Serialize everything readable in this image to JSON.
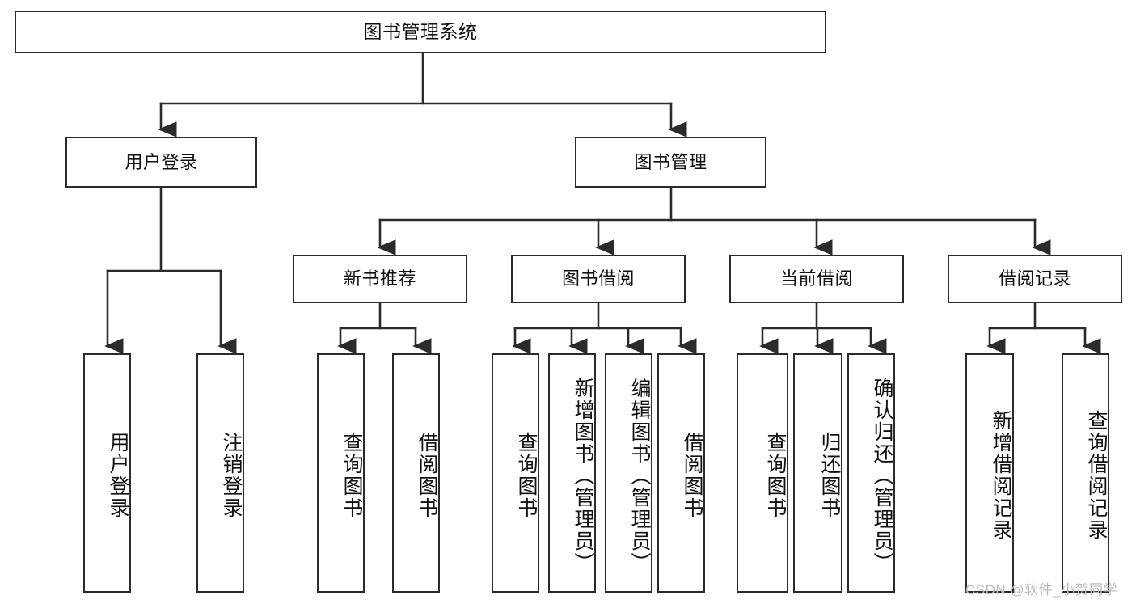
{
  "diagram": {
    "title": "图书管理系统",
    "type": "hierarchy-tree",
    "orientation": "top-down",
    "colors": {
      "box_border": "#2b2b2b",
      "box_fill": "#ffffff",
      "connector": "#2b2b2b",
      "text": "#111111",
      "watermark": "#b9b9b9",
      "background": "#ffffff"
    },
    "levels": [
      {
        "level": 1,
        "nodes": [
          {
            "id": "root",
            "label": "图书管理系统"
          }
        ]
      },
      {
        "level": 2,
        "nodes": [
          {
            "id": "login",
            "label": "用户登录"
          },
          {
            "id": "bookmgmt",
            "label": "图书管理"
          }
        ]
      },
      {
        "level": 3,
        "nodes": [
          {
            "id": "newbook",
            "label": "新书推荐"
          },
          {
            "id": "borrow",
            "label": "图书借阅"
          },
          {
            "id": "current",
            "label": "当前借阅"
          },
          {
            "id": "records",
            "label": "借阅记录"
          }
        ]
      },
      {
        "level": 4,
        "nodes": [
          {
            "id": "leaf-1",
            "label": "用户登录",
            "parent": "login"
          },
          {
            "id": "leaf-2",
            "label": "注销登录",
            "parent": "login"
          },
          {
            "id": "leaf-3",
            "label": "查询图书",
            "parent": "newbook"
          },
          {
            "id": "leaf-4",
            "label": "借阅图书",
            "parent": "newbook"
          },
          {
            "id": "leaf-5",
            "label": "查询图书",
            "parent": "borrow"
          },
          {
            "id": "leaf-6",
            "label": "新增图书（管理员）",
            "parent": "borrow"
          },
          {
            "id": "leaf-7",
            "label": "编辑图书（管理员）",
            "parent": "borrow"
          },
          {
            "id": "leaf-8",
            "label": "借阅图书",
            "parent": "borrow"
          },
          {
            "id": "leaf-9",
            "label": "查询图书",
            "parent": "current"
          },
          {
            "id": "leaf-10",
            "label": "归还图书",
            "parent": "current"
          },
          {
            "id": "leaf-11",
            "label": "确认归还（管理员）",
            "parent": "current"
          },
          {
            "id": "leaf-12",
            "label": "新增借阅记录",
            "parent": "records"
          },
          {
            "id": "leaf-13",
            "label": "查询借阅记录",
            "parent": "records"
          }
        ]
      }
    ]
  },
  "watermark": {
    "text": "CSDN @软件_小贺同学"
  }
}
